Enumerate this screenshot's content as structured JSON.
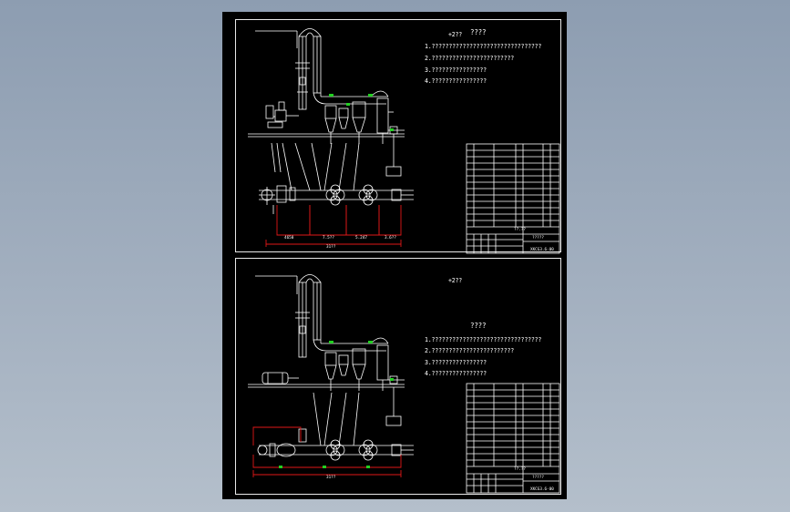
{
  "drawing_1": {
    "notes_title": "????",
    "notes": [
      "1.????????????????????????????????",
      "2.????????????????????????",
      "3.????????????????",
      "4.????????????????"
    ],
    "labels": {
      "inlet": "+2??",
      "dim_a": "4650",
      "dim_b": "7.5??",
      "dim_c": "5.247",
      "dim_d": "3.6??",
      "dim_total": "31??"
    },
    "title_block": {
      "caption": "??.??",
      "drawing_no": "XKCG3.6-00",
      "company": "?????"
    }
  },
  "drawing_2": {
    "notes_title": "????",
    "notes": [
      "1.????????????????????????????????",
      "2.????????????????????????",
      "3.????????????????",
      "4.????????????????"
    ],
    "labels": {
      "inlet": "+2??",
      "dim_total": "31??"
    },
    "title_block": {
      "caption": "??.??",
      "drawing_no": "XKCG3.6-00",
      "company": "?????"
    }
  },
  "colors": {
    "background": "#8d9db1",
    "sheet": "#000000",
    "line": "#ffffff",
    "dimension": "#e01818",
    "accent": "#22d022"
  }
}
